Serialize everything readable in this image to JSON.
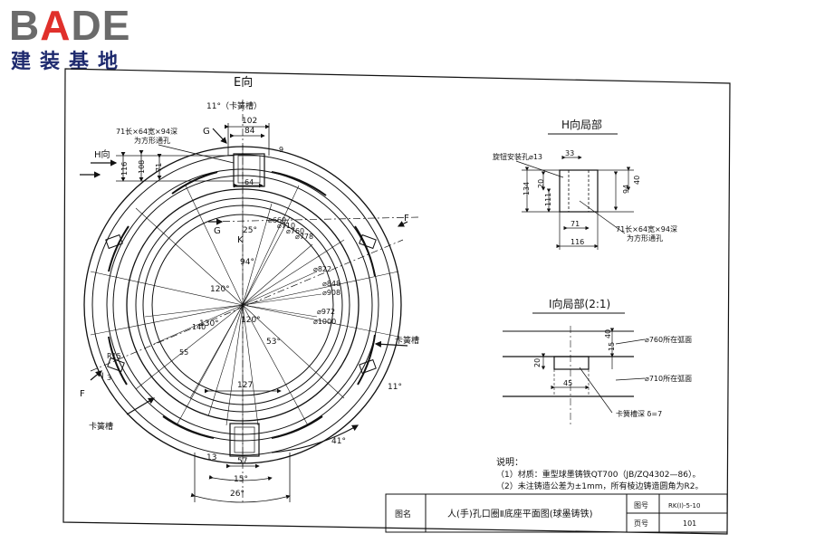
{
  "logo": {
    "brand_pre": "B",
    "brand_a": "A",
    "brand_post": "DE",
    "subtitle": "建装基地"
  },
  "views": {
    "e_view_title": "E向",
    "h_view_label": "H向",
    "h_detail_title": "H向局部",
    "i_detail_title": "I向局部(2:1)"
  },
  "main_labels": {
    "slot_angle": "11°（卡簧槽）",
    "dim_102": "102",
    "dim_84": "84",
    "hole_note_1": "71长×64宽×94深",
    "hole_note_2": "为方形通孔",
    "dim_116": "116",
    "dim_108": "108",
    "dim_71": "71",
    "dim_64": "64",
    "dim_9": "9",
    "g_top": "G",
    "g_left": "G",
    "f_right": "F",
    "f_left": "F",
    "k_label": "K",
    "i_label": "I",
    "angle_25": "25°",
    "angle_94": "94°",
    "angle_120": "120°",
    "angle_130": "130°",
    "angle_53": "53°",
    "angle_41": "41°",
    "angle_11b": "11°",
    "angle_15": "15°",
    "angle_26": "26°",
    "d660": "⌀660",
    "d710": "⌀710",
    "d760": "⌀760",
    "d778": "⌀778",
    "d822": "⌀822",
    "d848": "⌀848",
    "d908": "⌀908",
    "d972": "⌀972",
    "d1000": "⌀1000",
    "r15": "R15",
    "dim_3": "3",
    "dim_55": "55",
    "dim_140": "140",
    "dim_127": "127",
    "dim_13": "13",
    "dim_57": "57",
    "clip_slot_right": "卡簧槽",
    "clip_slot_bottom": "卡簧槽"
  },
  "h_detail": {
    "bolt_hole": "旋钮安装孔⌀13",
    "dim_33": "33",
    "dim_134": "134",
    "dim_20": "20",
    "dim_111": "111",
    "dim_94": "94",
    "dim_40": "40",
    "dim_71": "71",
    "dim_116": "116",
    "hole_note_1": "71长×64宽×94深",
    "hole_note_2": "为方形通孔"
  },
  "i_detail": {
    "dim_15": "15",
    "dim_40": "40",
    "dim_20": "20",
    "dim_45": "45",
    "arc_760": "⌀760所在弧面",
    "arc_710": "⌀710所在弧面",
    "groove": "卡簧槽深 δ=7"
  },
  "notes": {
    "heading": "说明：",
    "note1": "（1）材质：重型球墨铸铁QT700（JB/ZQ4302—86）。",
    "note2": "（2）未注铸造公差为±1mm，所有棱边铸造圆角为R2。"
  },
  "title_block": {
    "drawing_name_label": "图名",
    "drawing_name": "人(手)孔口圈Ⅱ底座平面图(球墨铸铁)",
    "drawing_no_label": "图号",
    "drawing_no": "RK(I)-5-10",
    "page_label": "页号",
    "page_no": "101"
  }
}
